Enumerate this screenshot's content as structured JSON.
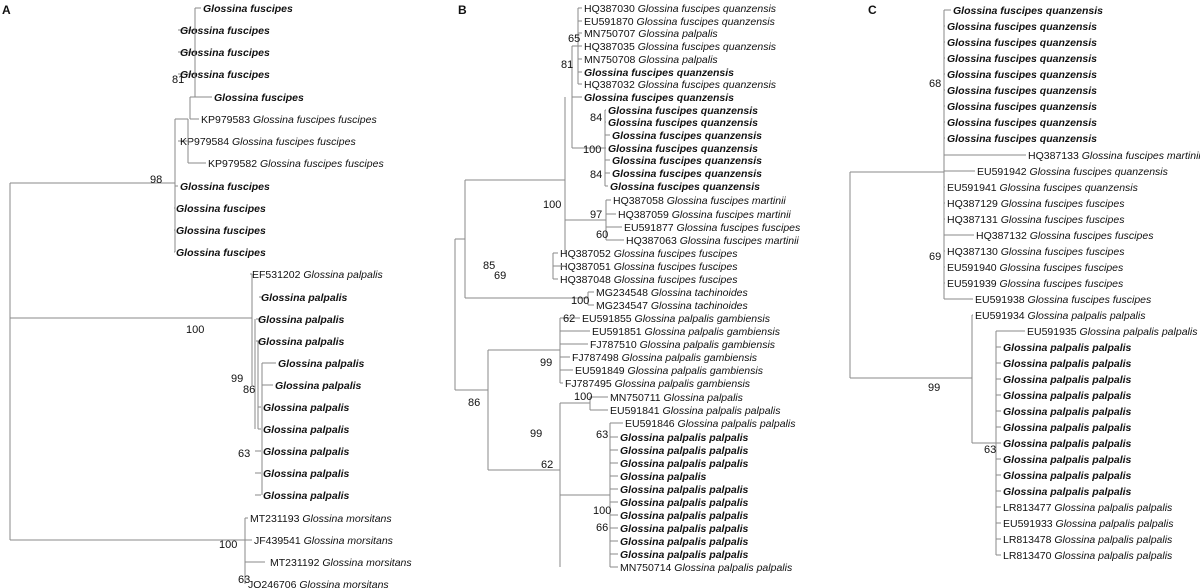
{
  "panels": [
    {
      "label": "A",
      "leaves": [
        {
          "acc": "",
          "name": "Glossina fuscipes",
          "bold": true
        },
        {
          "acc": "",
          "name": "Glossina fuscipes",
          "bold": true
        },
        {
          "acc": "",
          "name": "Glossina fuscipes",
          "bold": true
        },
        {
          "acc": "",
          "name": "Glossina fuscipes",
          "bold": true
        },
        {
          "acc": "",
          "name": "Glossina fuscipes",
          "bold": true
        },
        {
          "acc": "KP979583",
          "name": "Glossina fuscipes fuscipes",
          "bold": false
        },
        {
          "acc": "KP979584",
          "name": "Glossina fuscipes fuscipes",
          "bold": false
        },
        {
          "acc": "KP979582",
          "name": "Glossina fuscipes fuscipes",
          "bold": false
        },
        {
          "acc": "",
          "name": "Glossina fuscipes",
          "bold": true
        },
        {
          "acc": "",
          "name": "Glossina fuscipes",
          "bold": true
        },
        {
          "acc": "",
          "name": "Glossina fuscipes",
          "bold": true
        },
        {
          "acc": "",
          "name": "Glossina fuscipes",
          "bold": true
        },
        {
          "acc": "EF531202",
          "name": "Glossina palpalis",
          "bold": false
        },
        {
          "acc": "",
          "name": "Glossina palpalis",
          "bold": true
        },
        {
          "acc": "",
          "name": "Glossina palpalis",
          "bold": true
        },
        {
          "acc": "",
          "name": "Glossina palpalis",
          "bold": true
        },
        {
          "acc": "",
          "name": "Glossina palpalis",
          "bold": true
        },
        {
          "acc": "",
          "name": "Glossina palpalis",
          "bold": true
        },
        {
          "acc": "",
          "name": "Glossina palpalis",
          "bold": true
        },
        {
          "acc": "",
          "name": "Glossina palpalis",
          "bold": true
        },
        {
          "acc": "",
          "name": "Glossina palpalis",
          "bold": true
        },
        {
          "acc": "",
          "name": "Glossina palpalis",
          "bold": true
        },
        {
          "acc": "",
          "name": "Glossina palpalis",
          "bold": true
        },
        {
          "acc": "MT231193",
          "name": "Glossina morsitans",
          "bold": false
        },
        {
          "acc": "JF439541",
          "name": "Glossina morsitans",
          "bold": false
        },
        {
          "acc": "MT231192",
          "name": "Glossina morsitans",
          "bold": false
        },
        {
          "acc": "JQ246706",
          "name": "Glossina morsitans",
          "bold": false
        }
      ],
      "bootstrap": [
        "81",
        "98",
        "100",
        "99",
        "86",
        "63",
        "100",
        "63"
      ]
    },
    {
      "label": "B",
      "leaves": [
        {
          "acc": "HQ387030",
          "name": "Glossina fuscipes quanzensis",
          "bold": false
        },
        {
          "acc": "EU591870",
          "name": "Glossina fuscipes quanzensis",
          "bold": false
        },
        {
          "acc": "MN750707",
          "name": "Glossina palpalis",
          "bold": false
        },
        {
          "acc": "HQ387035",
          "name": "Glossina fuscipes quanzensis",
          "bold": false
        },
        {
          "acc": "MN750708",
          "name": "Glossina palpalis",
          "bold": false
        },
        {
          "acc": "",
          "name": "Glossina fuscipes quanzensis",
          "bold": true
        },
        {
          "acc": "HQ387032",
          "name": "Glossina fuscipes quanzensis",
          "bold": false
        },
        {
          "acc": "",
          "name": "Glossina fuscipes quanzensis",
          "bold": true
        },
        {
          "acc": "",
          "name": "Glossina fuscipes quanzensis",
          "bold": true
        },
        {
          "acc": "",
          "name": "Glossina fuscipes quanzensis",
          "bold": true
        },
        {
          "acc": "",
          "name": "Glossina fuscipes quanzensis",
          "bold": true
        },
        {
          "acc": "",
          "name": "Glossina fuscipes quanzensis",
          "bold": true
        },
        {
          "acc": "",
          "name": "Glossina fuscipes quanzensis",
          "bold": true
        },
        {
          "acc": "",
          "name": "Glossina fuscipes quanzensis",
          "bold": true
        },
        {
          "acc": "",
          "name": "Glossina fuscipes quanzensis",
          "bold": true
        },
        {
          "acc": "HQ387058",
          "name": "Glossina fuscipes martinii",
          "bold": false
        },
        {
          "acc": "HQ387059",
          "name": "Glossina fuscipes martinii",
          "bold": false
        },
        {
          "acc": "EU591877",
          "name": "Glossina fuscipes fuscipes",
          "bold": false
        },
        {
          "acc": "HQ387063",
          "name": "Glossina fuscipes martinii",
          "bold": false
        },
        {
          "acc": "HQ387052",
          "name": "Glossina fuscipes fuscipes",
          "bold": false
        },
        {
          "acc": "HQ387051",
          "name": "Glossina fuscipes fuscipes",
          "bold": false
        },
        {
          "acc": "HQ387048",
          "name": "Glossina fuscipes fuscipes",
          "bold": false
        },
        {
          "acc": "MG234548",
          "name": "Glossina tachinoides",
          "bold": false
        },
        {
          "acc": "MG234547",
          "name": "Glossina tachinoides",
          "bold": false
        },
        {
          "acc": "EU591855",
          "name": "Glossina palpalis gambiensis",
          "bold": false
        },
        {
          "acc": "EU591851",
          "name": "Glossina palpalis gambiensis",
          "bold": false
        },
        {
          "acc": "FJ787510",
          "name": "Glossina palpalis gambiensis",
          "bold": false
        },
        {
          "acc": "FJ787498",
          "name": "Glossina palpalis gambiensis",
          "bold": false
        },
        {
          "acc": "EU591849",
          "name": "Glossina palpalis gambiensis",
          "bold": false
        },
        {
          "acc": "FJ787495",
          "name": "Glossina palpalis gambiensis",
          "bold": false
        },
        {
          "acc": "MN750711",
          "name": "Glossina palpalis",
          "bold": false
        },
        {
          "acc": "EU591841",
          "name": "Glossina palpalis palpalis",
          "bold": false
        },
        {
          "acc": "EU591846",
          "name": "Glossina palpalis palpalis",
          "bold": false
        },
        {
          "acc": "",
          "name": "Glossina palpalis palpalis",
          "bold": true
        },
        {
          "acc": "",
          "name": "Glossina palpalis palpalis",
          "bold": true
        },
        {
          "acc": "",
          "name": "Glossina palpalis  palpalis",
          "bold": true
        },
        {
          "acc": "",
          "name": "Glossina palpalis",
          "bold": true
        },
        {
          "acc": "",
          "name": "Glossina palpalis palpalis",
          "bold": true
        },
        {
          "acc": "",
          "name": "Glossina palpalis palpalis",
          "bold": true
        },
        {
          "acc": "",
          "name": "Glossina palpalis palpalis",
          "bold": true
        },
        {
          "acc": "",
          "name": "Glossina palpalis palpalis",
          "bold": true
        },
        {
          "acc": "",
          "name": "Glossina palpalis palpalis",
          "bold": true
        },
        {
          "acc": "",
          "name": "Glossina palpalis palpalis",
          "bold": true
        },
        {
          "acc": "MN750714",
          "name": "Glossina palpalis palpalis",
          "bold": false
        }
      ],
      "bootstrap": [
        "65",
        "81",
        "84",
        "100",
        "84",
        "100",
        "97",
        "60",
        "85",
        "69",
        "100",
        "62",
        "99",
        "100",
        "86",
        "99",
        "62",
        "63",
        "100",
        "66"
      ]
    },
    {
      "label": "C",
      "leaves": [
        {
          "acc": "",
          "name": "Glossina fuscipes quanzensis",
          "bold": true
        },
        {
          "acc": "",
          "name": "Glossina fuscipes quanzensis",
          "bold": true
        },
        {
          "acc": "",
          "name": "Glossina fuscipes quanzensis",
          "bold": true
        },
        {
          "acc": "",
          "name": "Glossina fuscipes quanzensis",
          "bold": true
        },
        {
          "acc": "",
          "name": "Glossina fuscipes quanzensis",
          "bold": true
        },
        {
          "acc": "",
          "name": "Glossina fuscipes quanzensis",
          "bold": true
        },
        {
          "acc": "",
          "name": "Glossina fuscipes quanzensis",
          "bold": true
        },
        {
          "acc": "",
          "name": "Glossina fuscipes quanzensis",
          "bold": true
        },
        {
          "acc": "",
          "name": "Glossina fuscipes quanzensis",
          "bold": true
        },
        {
          "acc": "HQ387133",
          "name": "Glossina fuscipes martinii",
          "bold": false
        },
        {
          "acc": "EU591942",
          "name": "Glossina fuscipes quanzensis",
          "bold": false
        },
        {
          "acc": "EU591941",
          "name": "Glossina fuscipes quanzensis",
          "bold": false
        },
        {
          "acc": "HQ387129",
          "name": "Glossina fuscipes fuscipes",
          "bold": false
        },
        {
          "acc": "HQ387131",
          "name": "Glossina fuscipes fuscipes",
          "bold": false
        },
        {
          "acc": "HQ387132",
          "name": "Glossina fuscipes fuscipes",
          "bold": false
        },
        {
          "acc": "HQ387130",
          "name": "Glossina fuscipes fuscipes",
          "bold": false
        },
        {
          "acc": "EU591940",
          "name": "Glossina fuscipes fuscipes",
          "bold": false
        },
        {
          "acc": "EU591939",
          "name": "Glossina fuscipes fuscipes",
          "bold": false
        },
        {
          "acc": "EU591938",
          "name": "Glossina fuscipes fuscipes",
          "bold": false
        },
        {
          "acc": "EU591934",
          "name": "Glossina palpalis palpalis",
          "bold": false
        },
        {
          "acc": "EU591935",
          "name": "Glossina palpalis palpalis",
          "bold": false
        },
        {
          "acc": "",
          "name": "Glossina palpalis palpalis",
          "bold": true
        },
        {
          "acc": "",
          "name": "Glossina palpalis palpalis",
          "bold": true
        },
        {
          "acc": "",
          "name": "Glossina palpalis palpalis",
          "bold": true
        },
        {
          "acc": "",
          "name": "Glossina palpalis palpalis",
          "bold": true
        },
        {
          "acc": "",
          "name": "Glossina palpalis palpalis",
          "bold": true
        },
        {
          "acc": "",
          "name": "Glossina palpalis palpalis",
          "bold": true
        },
        {
          "acc": "",
          "name": "Glossina palpalis palpalis",
          "bold": true
        },
        {
          "acc": "",
          "name": "Glossina palpalis palpalis",
          "bold": true
        },
        {
          "acc": "",
          "name": "Glossina palpalis palpalis",
          "bold": true
        },
        {
          "acc": "",
          "name": "Glossina palpalis palpalis",
          "bold": true
        },
        {
          "acc": "LR813477",
          "name": "Glossina palpalis palpalis",
          "bold": false
        },
        {
          "acc": "EU591933",
          "name": "Glossina palpalis palpalis",
          "bold": false
        },
        {
          "acc": "LR813478",
          "name": "Glossina palpalis palpalis",
          "bold": false
        },
        {
          "acc": "LR813470",
          "name": "Glossina palpalis palpalis",
          "bold": false
        }
      ],
      "bootstrap": [
        "68",
        "69",
        "99",
        "63"
      ]
    }
  ]
}
